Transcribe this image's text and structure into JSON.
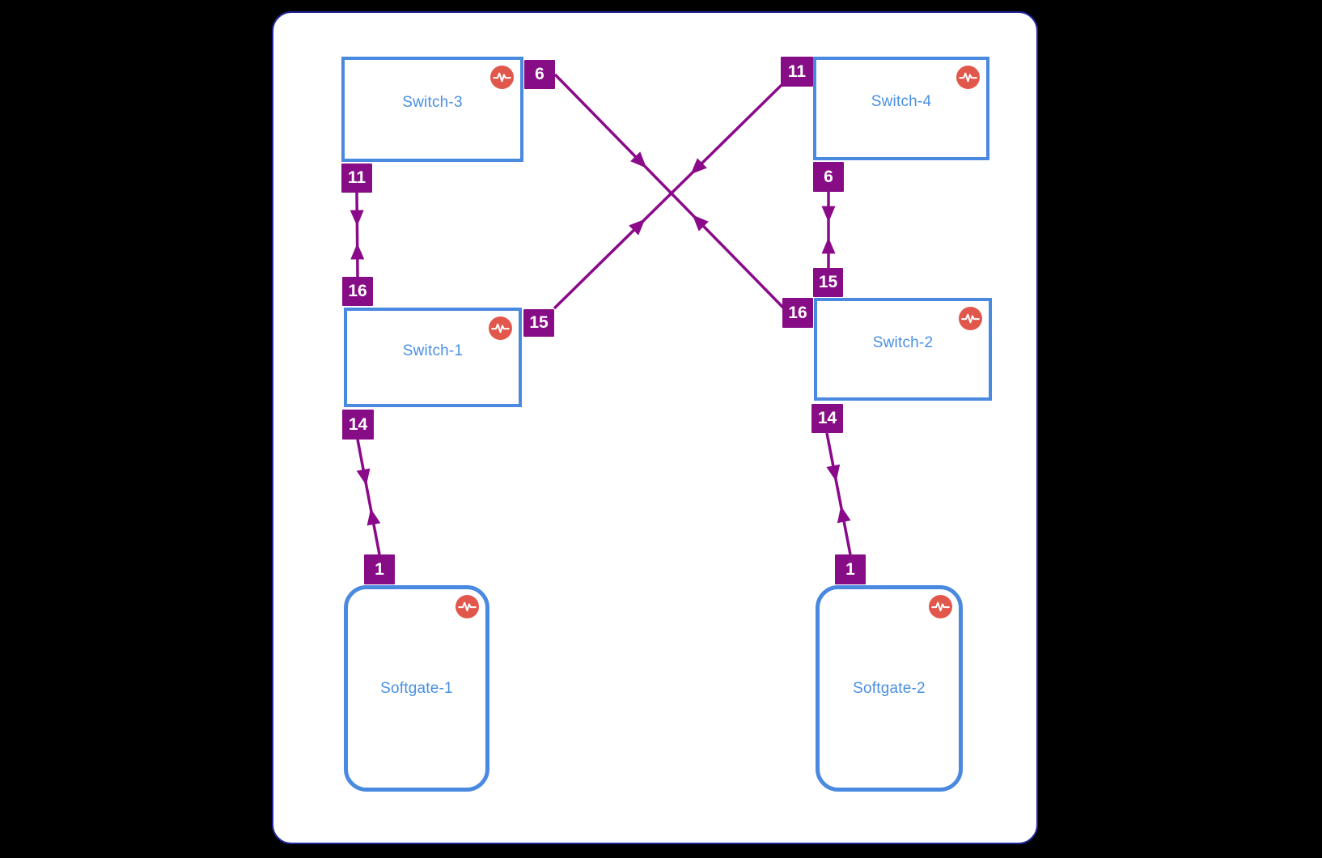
{
  "colors": {
    "bg": "#000000",
    "canvas_bg": "#ffffff",
    "canvas_border": "#20289a",
    "node_border": "#4a89e0",
    "node_text": "#4a90e2",
    "link_purple": "#8a0a8a",
    "port_bg": "#870d87",
    "port_text": "#ffffff",
    "icon_red": "#e2574b"
  },
  "nodes": [
    {
      "id": "switch-3",
      "label": "Switch-3",
      "shape": "rectangle",
      "status_icon": "pulse-icon"
    },
    {
      "id": "switch-4",
      "label": "Switch-4",
      "shape": "rectangle",
      "status_icon": "pulse-icon"
    },
    {
      "id": "switch-1",
      "label": "Switch-1",
      "shape": "rectangle",
      "status_icon": "pulse-icon"
    },
    {
      "id": "switch-2",
      "label": "Switch-2",
      "shape": "rectangle",
      "status_icon": "pulse-icon"
    },
    {
      "id": "softgate-1",
      "label": "Softgate-1",
      "shape": "rounded",
      "status_icon": "pulse-icon"
    },
    {
      "id": "softgate-2",
      "label": "Softgate-2",
      "shape": "rounded",
      "status_icon": "pulse-icon"
    }
  ],
  "ports": [
    {
      "node": "switch-3",
      "label": "6"
    },
    {
      "node": "switch-3",
      "label": "11"
    },
    {
      "node": "switch-1",
      "label": "16"
    },
    {
      "node": "switch-1",
      "label": "15"
    },
    {
      "node": "switch-1",
      "label": "14"
    },
    {
      "node": "softgate-1",
      "label": "1"
    },
    {
      "node": "switch-4",
      "label": "11"
    },
    {
      "node": "switch-4",
      "label": "6"
    },
    {
      "node": "switch-2",
      "label": "15"
    },
    {
      "node": "switch-2",
      "label": "16"
    },
    {
      "node": "switch-2",
      "label": "14"
    },
    {
      "node": "softgate-2",
      "label": "1"
    }
  ],
  "links": [
    {
      "from": "Switch-3:11",
      "to": "Switch-1:16",
      "direction": "bidirectional"
    },
    {
      "from": "Switch-4:6",
      "to": "Switch-2:15",
      "direction": "bidirectional"
    },
    {
      "from": "Switch-1:14",
      "to": "Softgate-1:1",
      "direction": "bidirectional"
    },
    {
      "from": "Switch-2:14",
      "to": "Softgate-2:1",
      "direction": "bidirectional"
    },
    {
      "from": "Switch-3:6",
      "to": "Switch-2:16",
      "direction": "bidirectional"
    },
    {
      "from": "Switch-4:11",
      "to": "Switch-1:15",
      "direction": "bidirectional"
    }
  ]
}
